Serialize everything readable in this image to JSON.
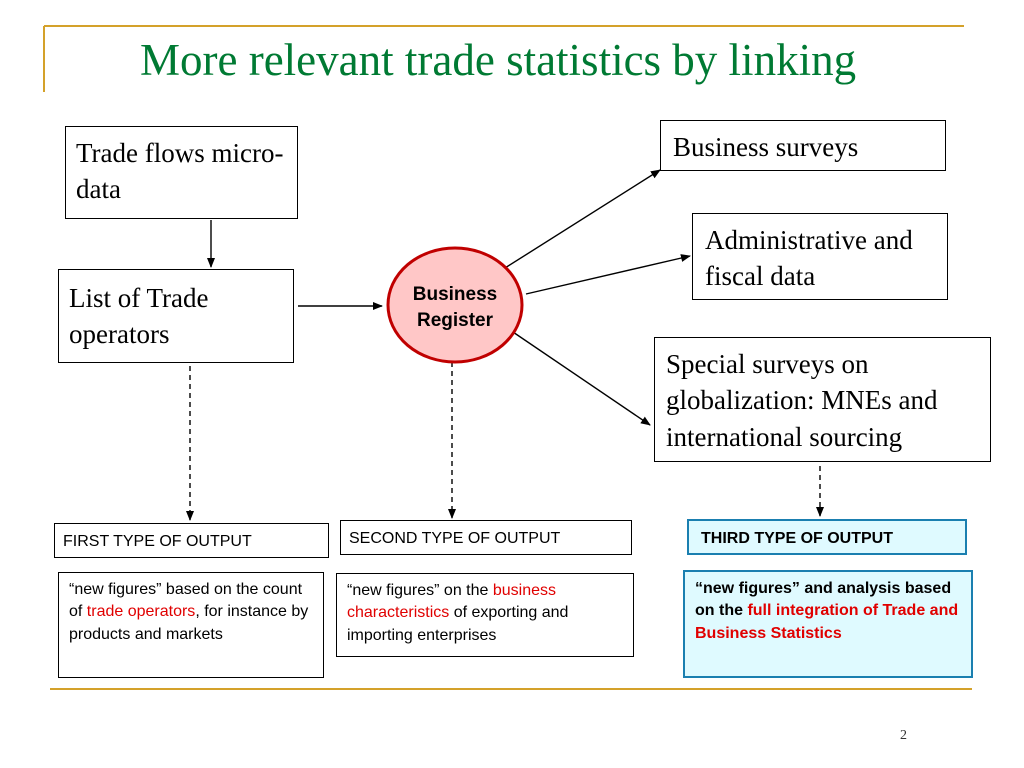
{
  "title": "More relevant trade statistics by linking",
  "page_number": "2",
  "nodes": {
    "trade_flows": "Trade flows micro-data",
    "list_operators": "List of Trade operators",
    "business_register": "Business Register",
    "business_surveys": "Business surveys",
    "admin_fiscal": "Administrative and fiscal data",
    "special_surveys": "Special surveys on globalization: MNEs and international sourcing"
  },
  "outputs": {
    "first": {
      "header": "FIRST TYPE  OF OUTPUT",
      "text_before": "“new figures” based on the count of ",
      "text_highlight": "trade operators",
      "text_after": ", for instance by products and markets"
    },
    "second": {
      "header": "SECOND TYPE OF OUTPUT",
      "text_before": "“new figures” on the ",
      "text_highlight": "business characteristics",
      "text_after": " of  exporting and importing enterprises"
    },
    "third": {
      "header": "THIRD TYPE OF OUTPUT",
      "text_before": "“new figures” and analysis based on the ",
      "text_highlight": "full integration of Trade and Business Statistics",
      "text_after": ""
    }
  },
  "colors": {
    "title": "#007a33",
    "accent_line": "#d4a12a",
    "register_fill": "#ffc7c7",
    "register_border": "#c00000",
    "third_fill": "#dffaff",
    "third_border": "#1a7fb0",
    "highlight": "#e00000"
  }
}
